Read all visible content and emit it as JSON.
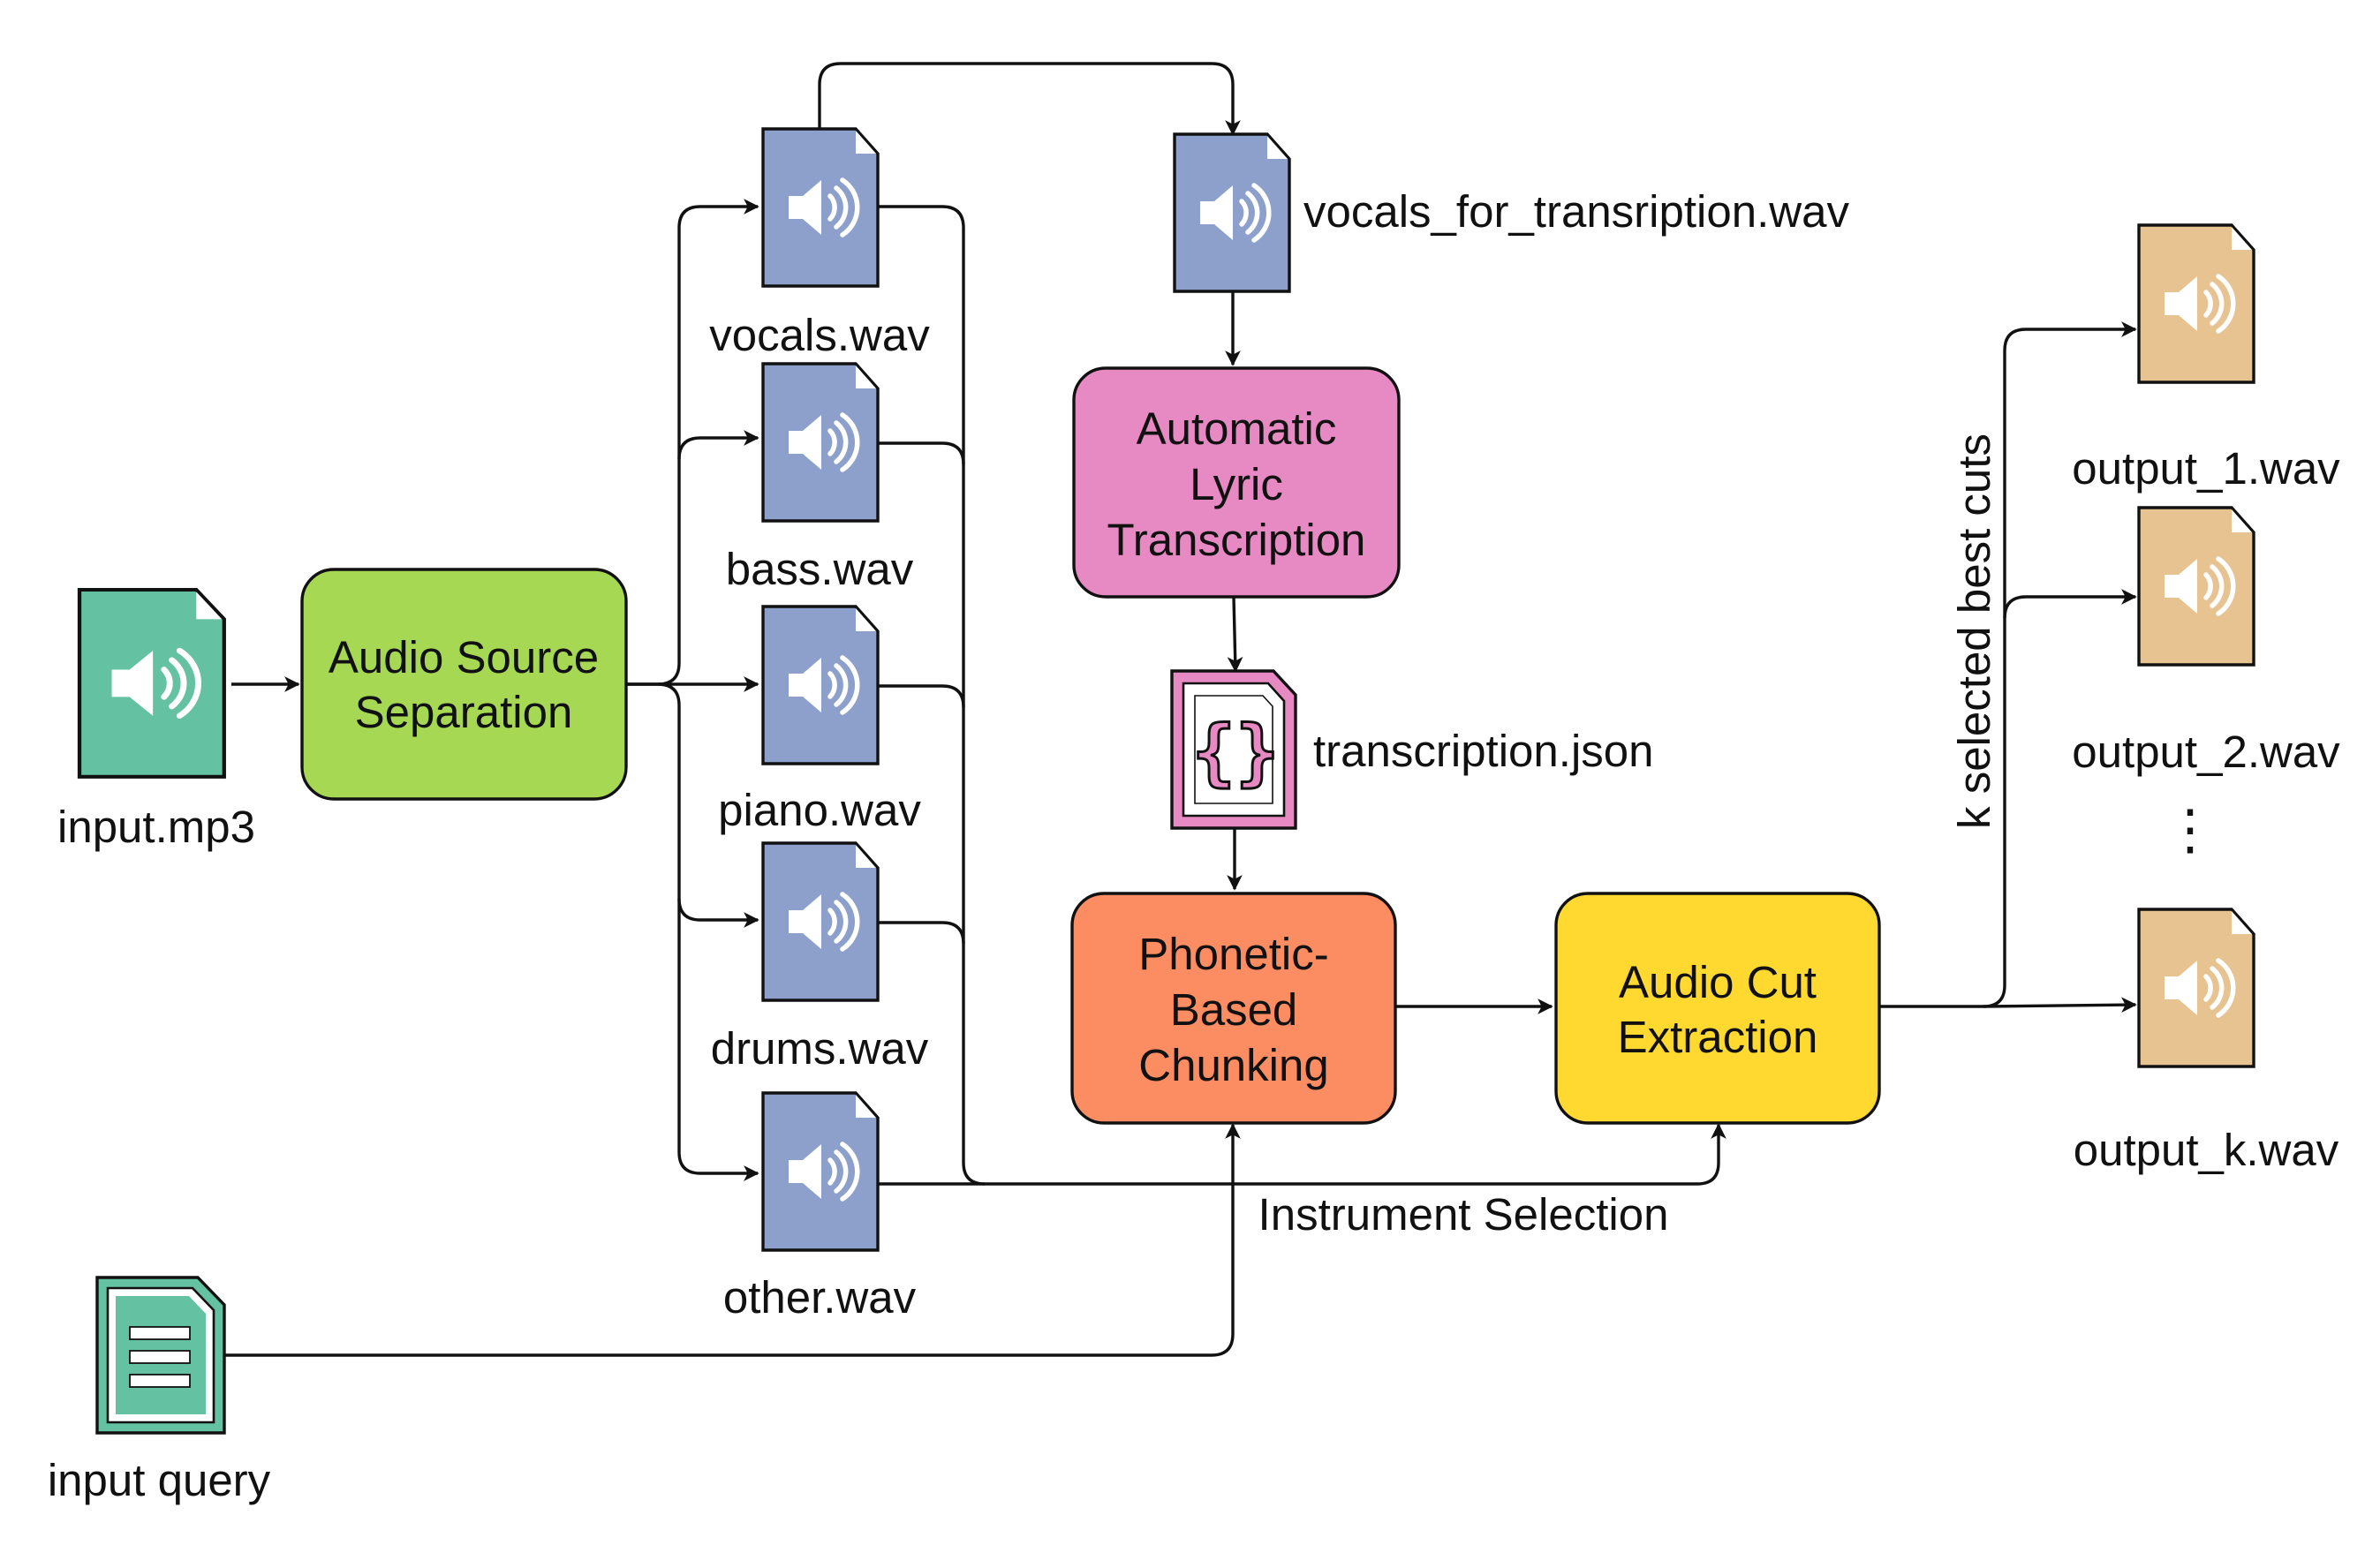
{
  "colors": {
    "input_file": "#64c1a2",
    "stem_file": "#8da0cb",
    "output_file": "#e6c390",
    "json_file": "#e78ac3",
    "box_separation": "#a6d854",
    "box_transcription": "#e78ac3",
    "box_chunking": "#fc8d62",
    "box_extraction": "#ffd92f",
    "stroke": "#111111",
    "glyph": "#ffffff"
  },
  "inputs": {
    "audio_label": "input.mp3",
    "audio_icon": "speaker-icon",
    "query_label": "input query",
    "query_icon": "text-document-icon"
  },
  "boxes": {
    "separation": [
      "Audio Source",
      "Separation"
    ],
    "transcription": [
      "Automatic",
      "Lyric",
      "Transcription"
    ],
    "chunking": [
      "Phonetic-",
      "Based",
      "Chunking"
    ],
    "extraction": [
      "Audio Cut",
      "Extraction"
    ]
  },
  "stems": [
    "vocals.wav",
    "bass.wav",
    "piano.wav",
    "drums.wav",
    "other.wav"
  ],
  "vocals_transcription_label": "vocals_for_transription.wav",
  "transcription_json": {
    "label": "transcription.json",
    "icon": "curly-braces-icon"
  },
  "edge_labels": {
    "instrument_selection": "Instrument Selection",
    "k_selected": "k selected best cuts"
  },
  "outputs": [
    "output_1.wav",
    "output_2.wav",
    "output_k.wav"
  ],
  "ellipsis": "⋮"
}
